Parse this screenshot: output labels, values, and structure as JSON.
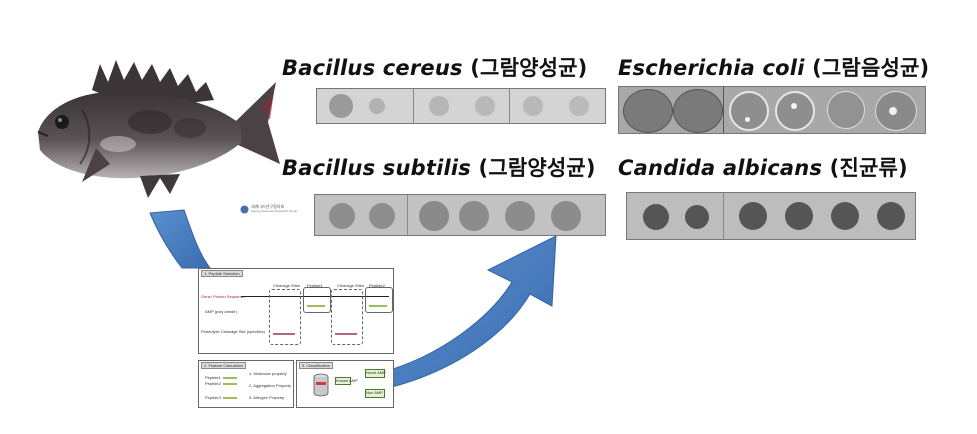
{
  "panels": [
    {
      "organism": "Bacillus cereus",
      "category": "(그람양성균)"
    },
    {
      "organism": "Escherichia coli",
      "category": "(그람음성균)"
    },
    {
      "organism": "Bacillus subtilis",
      "category": "(그람양성균)"
    },
    {
      "organism": "Candida albicans",
      "category": "(진균류)"
    }
  ],
  "workflow": {
    "logo_text": "세계나리연구협의회",
    "logo_sub": "Sejong University Research Group",
    "step1": {
      "title": "1. Peptide Selection",
      "row1": "Gene/ Protein Sequence",
      "row2": "AMP (poly amide)",
      "row3": "Proteolytic Cleavage Site (specifics)",
      "col1": "Cleavage Sites",
      "col2": "Peptide1",
      "col3": "Cleavage Sites",
      "col4": "Peptide2"
    },
    "step2": {
      "title": "2. Feature Calculation",
      "peptides": [
        "Peptide1",
        "Peptide2",
        "Peptide3"
      ],
      "features": [
        "1. Molecular property",
        "2. Aggregation Property",
        "3. Allergen Property"
      ]
    },
    "step3": {
      "title": "3. Classification",
      "nodes": [
        "Known AMP",
        "Novel AMP",
        "Non AMP"
      ]
    }
  },
  "colors": {
    "arrow_fill": "#4f81bd",
    "arrow_dark": "#2f5f9a",
    "dish_bg": "#c6c6c6",
    "well_dark": "#6b6b6b",
    "fish_body": "#4a4446"
  }
}
